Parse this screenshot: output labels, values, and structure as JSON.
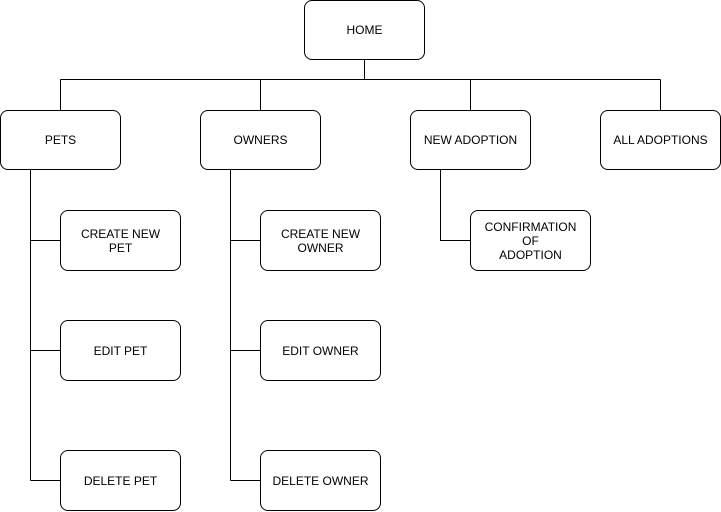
{
  "diagram": {
    "home": "HOME",
    "pets": "PETS",
    "owners": "OWNERS",
    "new_adoption": "NEW ADOPTION",
    "all_adoptions": "ALL ADOPTIONS",
    "create_new_pet": "CREATE NEW\nPET",
    "edit_pet": "EDIT PET",
    "delete_pet": "DELETE PET",
    "create_new_owner": "CREATE NEW\nOWNER",
    "edit_owner": "EDIT OWNER",
    "delete_owner": "DELETE OWNER",
    "confirmation_of_adoption": "CONFIRMATION\nOF\nADOPTION"
  },
  "colors": {
    "line": "#000000",
    "box_border": "#000000",
    "background": "#ffffff"
  }
}
